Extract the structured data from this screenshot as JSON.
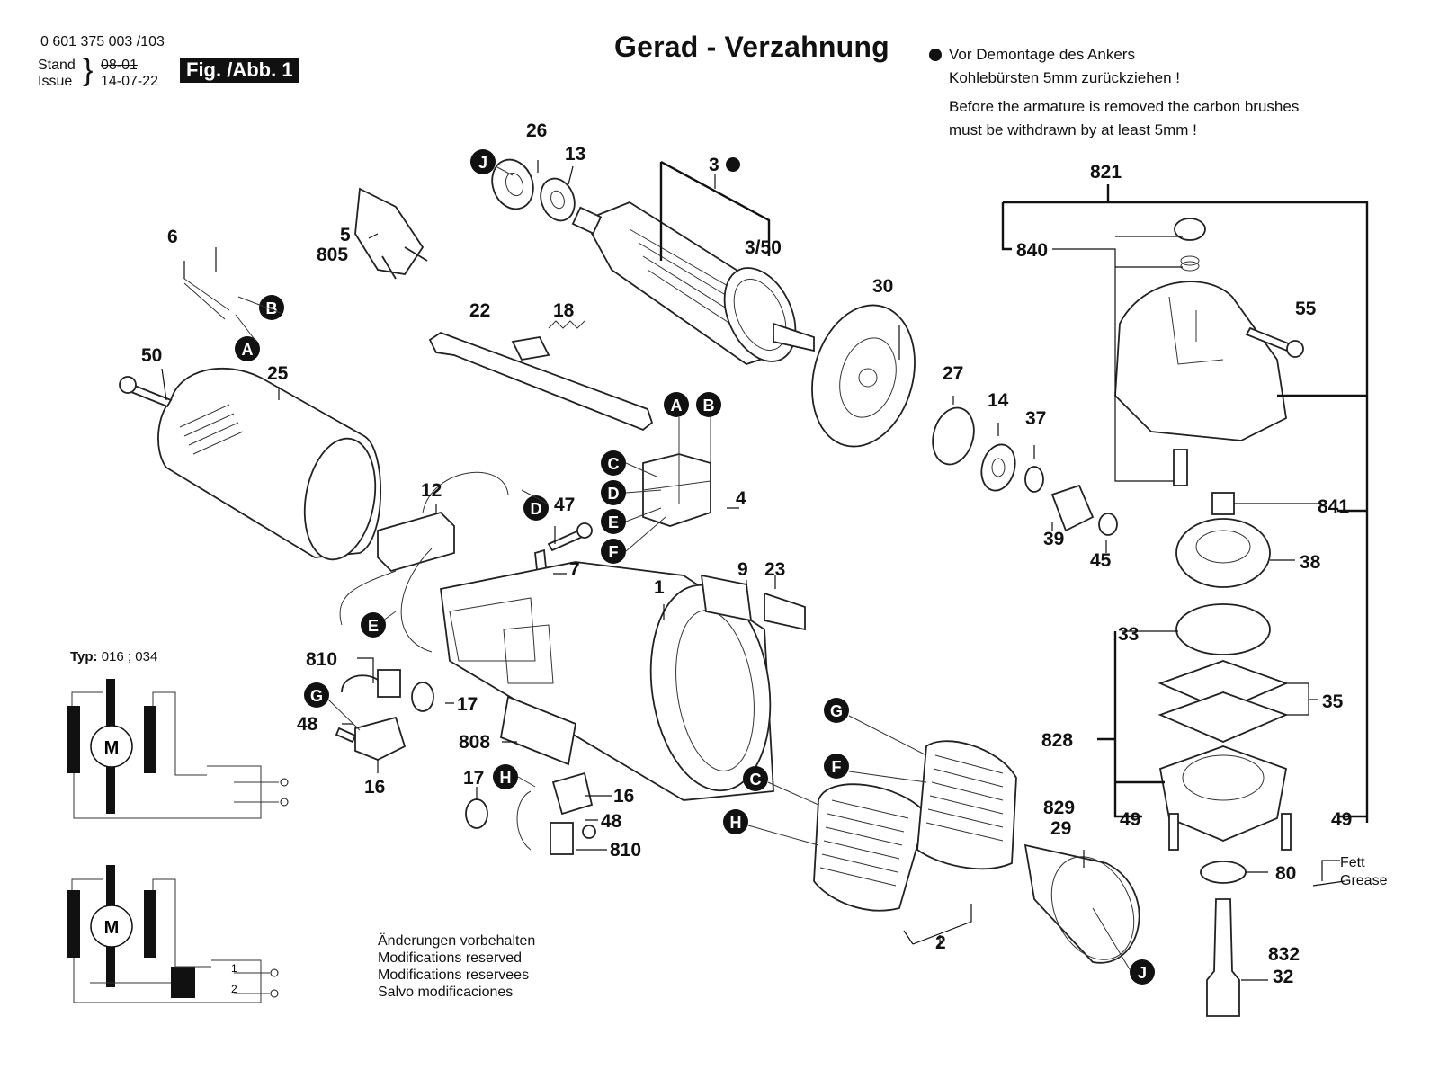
{
  "header": {
    "document_number": "0 601 375 003 /103",
    "stand_label": "Stand",
    "issue_label": "Issue",
    "stand_date": "08-01",
    "issue_date": "14-07-22",
    "figure_label": "Fig. /Abb. 1",
    "title": "Gerad - Verzahnung"
  },
  "notes": {
    "de_line1": "Vor Demontage des Ankers",
    "de_line2": "Kohlebürsten 5mm zurückziehen !",
    "en_line1": "Before the armature is removed the carbon brushes",
    "en_line2": "must be withdrawn by at least 5mm !"
  },
  "wiring": {
    "type_label": "Typ:",
    "type_values": "016 ; 034",
    "motor_symbol": "M",
    "switch_pos_1": "1",
    "switch_pos_2": "2"
  },
  "modifications": [
    "Änderungen vorbehalten",
    "Modifications reserved",
    "Modifications reservees",
    "Salvo modificaciones"
  ],
  "grease": {
    "de": "Fett",
    "en": "Grease"
  },
  "part_labels": {
    "p26": "26",
    "p13": "13",
    "p3": "3",
    "p3_50": "3/50",
    "p5": "5",
    "p805": "805",
    "p6": "6",
    "p22": "22",
    "p18": "18",
    "p30": "30",
    "p821": "821",
    "p840": "840",
    "p55": "55",
    "p50": "50",
    "p25": "25",
    "p27": "27",
    "p14": "14",
    "p37": "37",
    "p12": "12",
    "p47": "47",
    "p4": "4",
    "p7": "7",
    "p39": "39",
    "p45": "45",
    "p841": "841",
    "p38": "38",
    "p1": "1",
    "p9": "9",
    "p23": "23",
    "p33": "33",
    "p35": "35",
    "p810a": "810",
    "p17a": "17",
    "p48a": "48",
    "p16a": "16",
    "p808": "808",
    "p828": "828",
    "p17b": "17",
    "p16b": "16",
    "p48b": "48",
    "p810b": "810",
    "p829": "829",
    "p29": "29",
    "p49a": "49",
    "p49b": "49",
    "p80": "80",
    "p2": "2",
    "p832": "832",
    "p32": "32"
  },
  "callouts": {
    "J": "J",
    "B": "B",
    "A": "A",
    "C": "C",
    "D": "D",
    "E": "E",
    "F": "F",
    "G": "G",
    "H": "H"
  }
}
